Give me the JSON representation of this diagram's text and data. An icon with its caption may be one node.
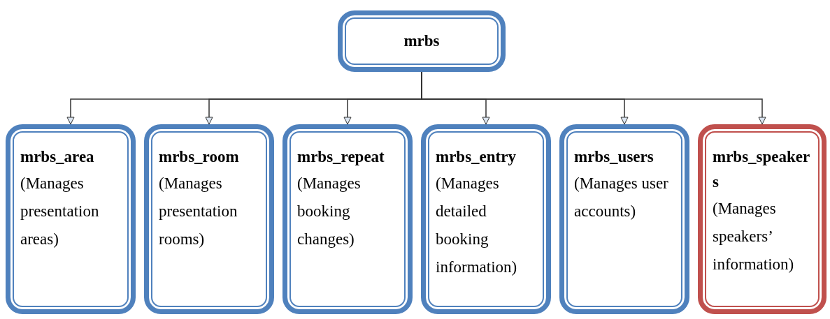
{
  "diagram": {
    "nodes": [
      {
        "text": [
          "mrbs"
        ]
      },
      {
        "text": [
          "mrbs_area",
          "(Manages presentation areas)"
        ]
      },
      {
        "text": [
          "mrbs_room",
          "(Manages presentation rooms)"
        ]
      },
      {
        "text": [
          "mrbs_repeat",
          "(Manages booking changes)"
        ]
      },
      {
        "text": [
          "mrbs_entry",
          "(Manages detailed booking information)"
        ]
      },
      {
        "text": [
          "mrbs_users",
          "(Manages user accounts)"
        ]
      },
      {
        "text": [
          "mrbs_speakers",
          "(Manages speakers’ information)"
        ]
      }
    ],
    "edges": [
      {
        "from": 0,
        "to": 1,
        "arrow": "to"
      },
      {
        "from": 0,
        "to": 2,
        "arrow": "to"
      },
      {
        "from": 0,
        "to": 3,
        "arrow": "to"
      },
      {
        "from": 0,
        "to": 4,
        "arrow": "to"
      },
      {
        "from": 0,
        "to": 5,
        "arrow": "to"
      },
      {
        "from": 0,
        "to": 6,
        "arrow": "to"
      }
    ]
  }
}
